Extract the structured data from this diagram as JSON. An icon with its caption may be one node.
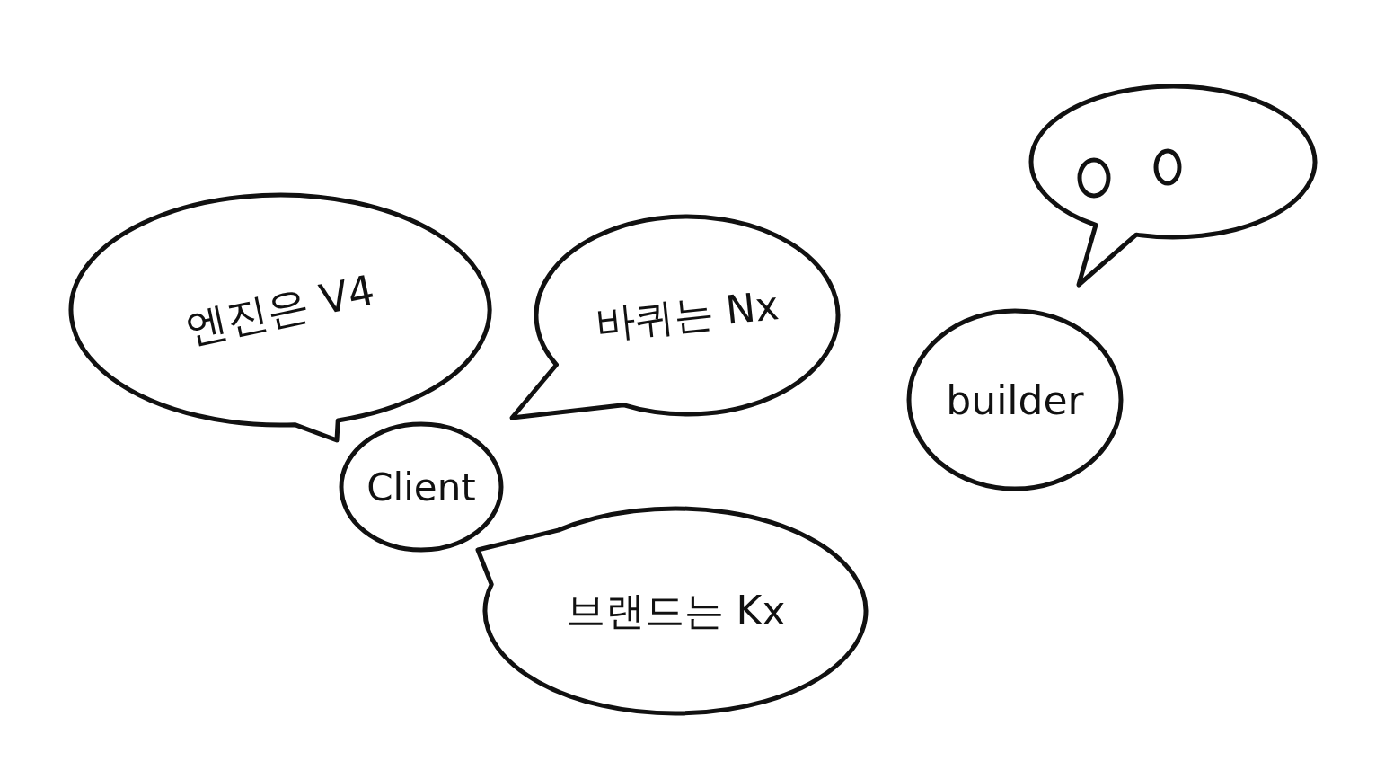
{
  "diagram": {
    "nodes": [
      {
        "text": [
          "엔진은 V4"
        ]
      },
      {
        "text": [
          "바퀴는 Nx"
        ]
      },
      {
        "text": [
          "Client"
        ]
      },
      {
        "text": [
          "브랜드는 Kx"
        ]
      },
      {
        "text": [],
        "shape": "bubble"
      },
      {
        "text": [
          "builder"
        ]
      }
    ]
  }
}
